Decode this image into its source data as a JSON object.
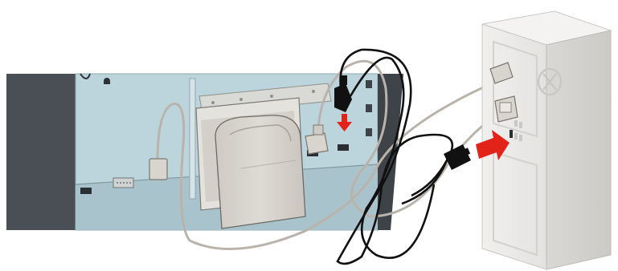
{
  "figure": {
    "type": "installation-illustration",
    "components": [
      "monitor-back-panel",
      "video-cable-connector",
      "computer-tower",
      "usb-connector",
      "power-cable"
    ],
    "arrows": [
      {
        "name": "plug-down-arrow",
        "direction": "down"
      },
      {
        "name": "plug-in-arrow",
        "direction": "right"
      }
    ],
    "colors": {
      "panel_blue": "#bcd4dc",
      "frame_dark": "#4a4f55",
      "stand_gray": "#d8d4ce",
      "tower_light": "#ecebe9",
      "cable_gray": "#b9b3ab",
      "cable_black": "#111111",
      "arrow_red": "#e2231a"
    }
  }
}
